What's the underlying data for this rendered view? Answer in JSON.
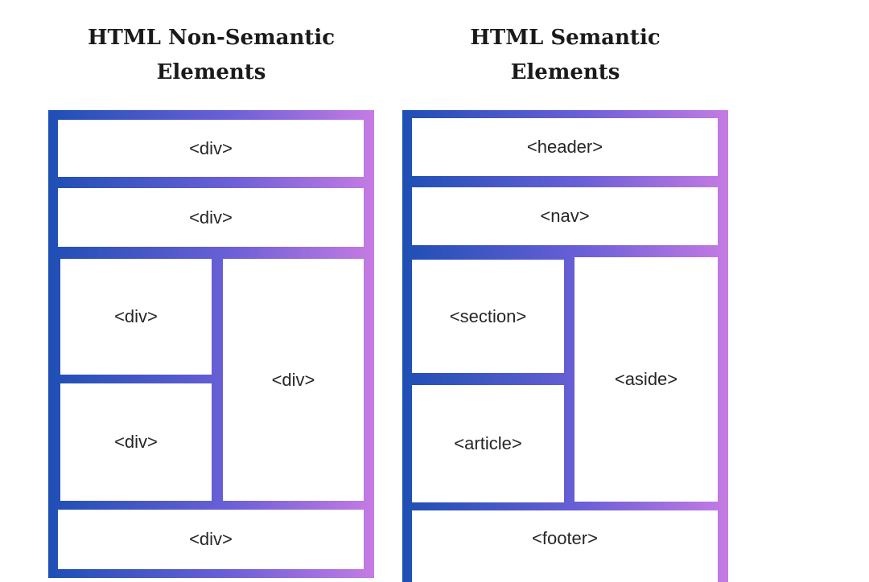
{
  "colors": {
    "gradient_start": "#1e4fb4",
    "gradient_mid": "#6a5fd6",
    "gradient_end": "#c57be3",
    "cell_background": "#ffffff",
    "text": "#262626"
  },
  "left_panel": {
    "title_line1": "HTML Non-Semantic",
    "title_line2": "Elements",
    "cells": {
      "row1": "<div>",
      "row2": "<div>",
      "top_left": "<div>",
      "bottom_left": "<div>",
      "right_column": "<div>",
      "row_bottom": "<div>"
    }
  },
  "right_panel": {
    "title_line1": "HTML Semantic",
    "title_line2": "Elements",
    "cells": {
      "header": "<header>",
      "nav": "<nav>",
      "section": "<section>",
      "article": "<article>",
      "aside": "<aside>",
      "footer": "<footer>"
    }
  }
}
